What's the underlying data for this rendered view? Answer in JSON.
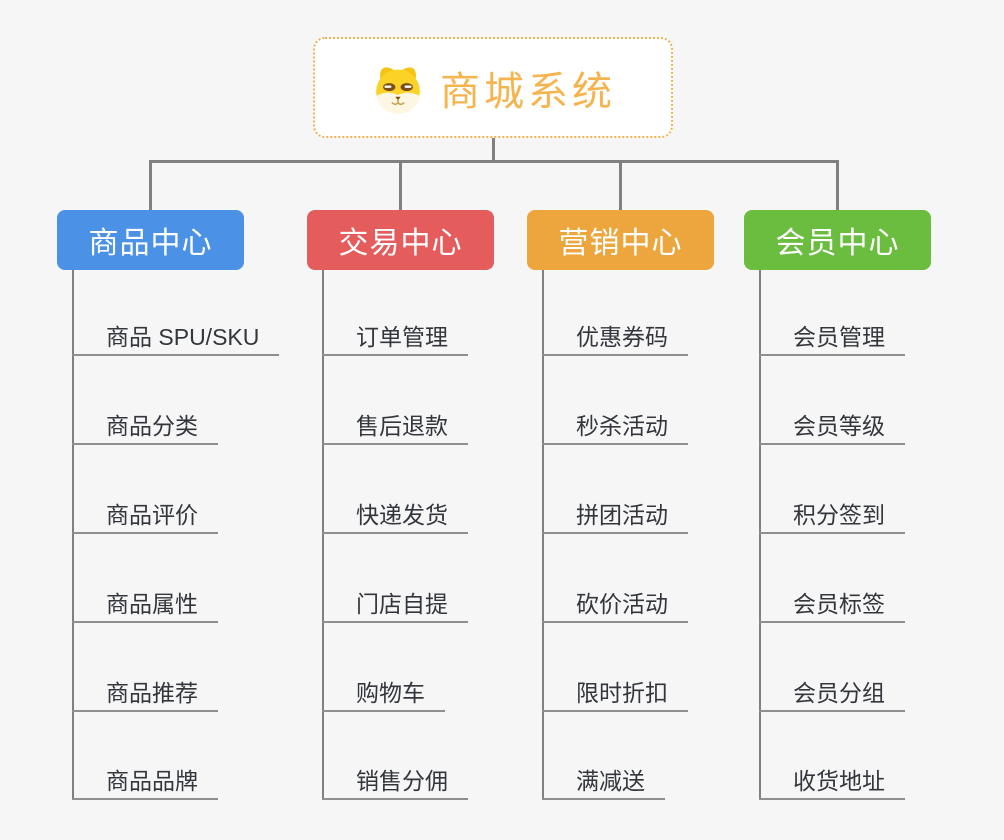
{
  "colors": {
    "bg": "#f6f6f6",
    "connector": "#808080",
    "leaf-line": "#8f8f8f",
    "leaf-text": "#33363c",
    "root-border": "#f2b04d",
    "root-text": "#f6b44e"
  },
  "root": {
    "title": "商城系统",
    "icon": "dog-icon"
  },
  "branches": [
    {
      "label": "商品中心",
      "color": "#4b91e5",
      "items": [
        "商品 SPU/SKU",
        "商品分类",
        "商品评价",
        "商品属性",
        "商品推荐",
        "商品品牌"
      ]
    },
    {
      "label": "交易中心",
      "color": "#e45c5c",
      "items": [
        "订单管理",
        "售后退款",
        "快递发货",
        "门店自提",
        "购物车",
        "销售分佣"
      ]
    },
    {
      "label": "营销中心",
      "color": "#eca63d",
      "items": [
        "优惠券码",
        "秒杀活动",
        "拼团活动",
        "砍价活动",
        "限时折扣",
        "满减送"
      ]
    },
    {
      "label": "会员中心",
      "color": "#6bbd40",
      "items": [
        "会员管理",
        "会员等级",
        "积分签到",
        "会员标签",
        "会员分组",
        "收货地址"
      ]
    }
  ]
}
